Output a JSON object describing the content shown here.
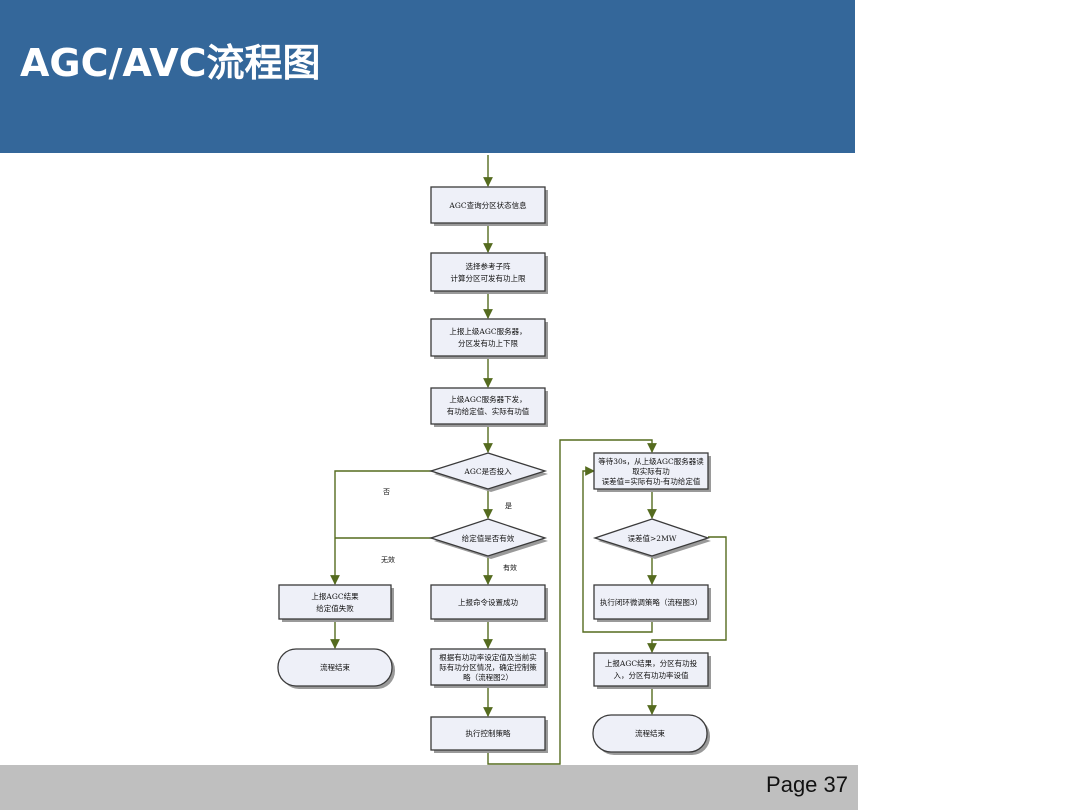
{
  "slide": {
    "title": "AGC/AVC流程图",
    "page_label": "Page 37"
  },
  "flowchart": {
    "nodes": {
      "n1": [
        "AGC查询分区状态信息"
      ],
      "n2": [
        "选择参考子阵",
        "计算分区可发有功上限"
      ],
      "n3": [
        "上报上级AGC服务器，",
        "分区发有功上下限"
      ],
      "n4": [
        "上级AGC服务器下发，",
        "有功给定值、实际有功值"
      ],
      "d1": [
        "AGC是否投入"
      ],
      "d2": [
        "给定值是否有效"
      ],
      "fail": [
        "上报AGC结果",
        "给定值失败"
      ],
      "end_left": [
        "流程结束"
      ],
      "ok": [
        "上报命令设置成功"
      ],
      "strategy": [
        "根据有功功率设定值及当前实",
        "际有功分区情况，确定控制策",
        "略（流程图2）"
      ],
      "exec": [
        "执行控制策略"
      ],
      "wait": [
        "等待30s，从上级AGC服务器读",
        "取实际有功",
        "误差值=实际有功-有功给定值"
      ],
      "d3": [
        "误差值>2MW"
      ],
      "loop": [
        "执行闭环微调策略（流程图3）"
      ],
      "report": [
        "上报AGC结果，分区有功投",
        "入，分区有功功率设值"
      ],
      "end_right": [
        "流程结束"
      ]
    },
    "edge_labels": {
      "no": "否",
      "yes": "是",
      "invalid": "无效",
      "valid": "有效"
    }
  }
}
